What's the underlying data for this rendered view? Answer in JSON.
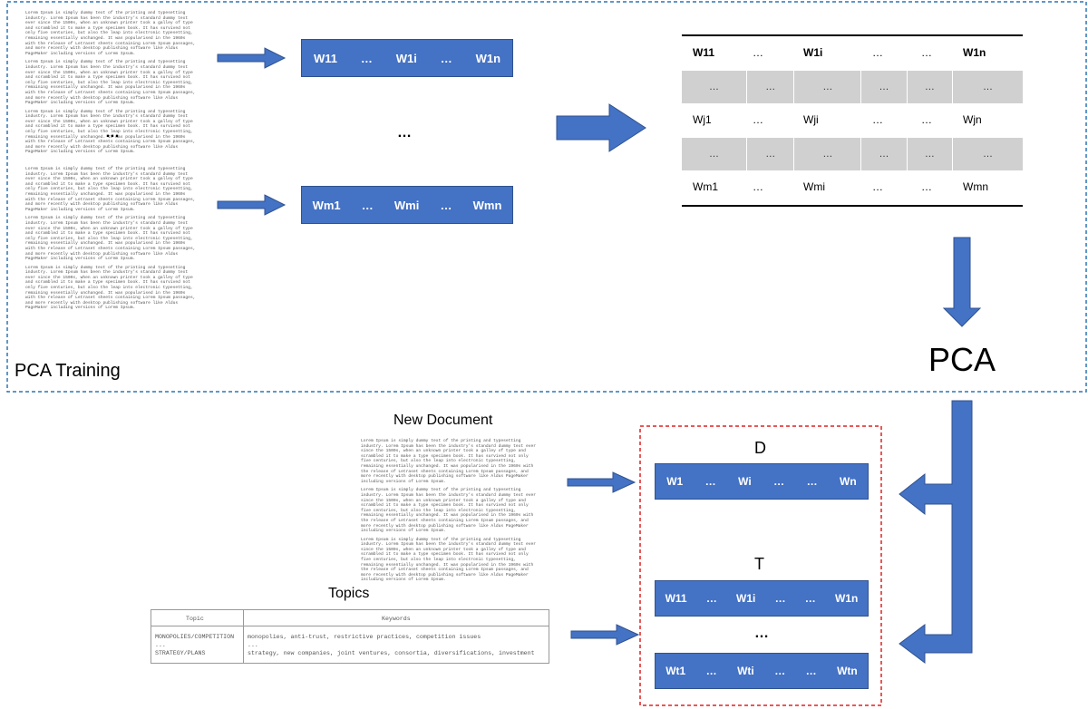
{
  "training": {
    "label": "PCA Training",
    "doc_paragraph": "Lorem Ipsum is simply dummy text of the printing and typesetting industry. Lorem Ipsum has been the industry's standard dummy text ever since the 1500s, when an unknown printer took a galley of type and scrambled it to make a type specimen book. It has survived not only five centuries, but also the leap into electronic typesetting, remaining essentially unchanged. It was popularised in the 1960s with the release of Letraset sheets containing Lorem Ipsum passages, and more recently with desktop publishing software like Aldus PageMaker including versions of Lorem Ipsum.",
    "ellipsis": "…",
    "vector_top": [
      "W11",
      "…",
      "W1i",
      "…",
      "W1n"
    ],
    "vector_bottom": [
      "Wm1",
      "…",
      "Wmi",
      "…",
      "Wmn"
    ]
  },
  "matrix": {
    "row1": [
      "W11",
      "…",
      "W1i",
      "…",
      "…",
      "W1n"
    ],
    "gray_row": [
      "…",
      "…",
      "…",
      "…",
      "…",
      "…"
    ],
    "row_j": [
      "Wj1",
      "…",
      "Wji",
      "…",
      "…",
      "Wjn"
    ],
    "row_m": [
      "Wm1",
      "…",
      "Wmi",
      "…",
      "…",
      "Wmn"
    ]
  },
  "pca_label": "PCA",
  "new_document": {
    "title": "New Document"
  },
  "topics": {
    "title": "Topics",
    "header": [
      "Topic",
      "Keywords"
    ],
    "rows": [
      [
        "MONOPOLIES/COMPETITION",
        "monopolies, anti-trust, restrictive practices, competition issues"
      ],
      [
        "...",
        "..."
      ],
      [
        "STRATEGY/PLANS",
        "strategy, new companies, joint ventures, consortia, diversifications, investment"
      ]
    ]
  },
  "output": {
    "d_label": "D",
    "t_label": "T",
    "d_vector": [
      "W1",
      "…",
      "Wi",
      "…",
      "…",
      "Wn"
    ],
    "t_vector_top": [
      "W11",
      "…",
      "W1i",
      "…",
      "…",
      "W1n"
    ],
    "t_vector_bottom": [
      "Wt1",
      "…",
      "Wti",
      "…",
      "…",
      "Wtn"
    ],
    "ellipsis": "…"
  },
  "colors": {
    "arrow_fill": "#4472c4",
    "arrow_stroke": "#2f528f",
    "training_border": "#2e75b6",
    "output_border": "#e02020"
  }
}
